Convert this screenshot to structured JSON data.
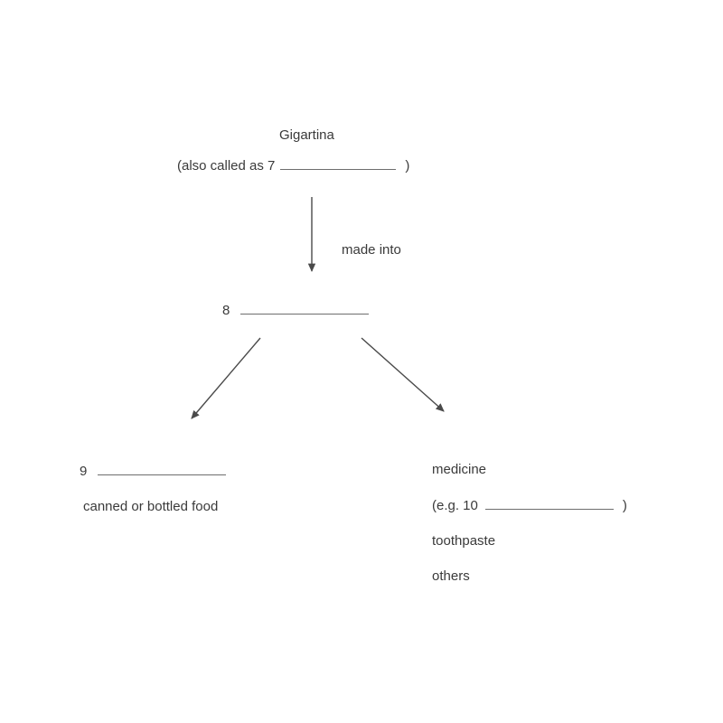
{
  "diagram": {
    "top_term": "Gigartina",
    "also_called_prefix": "(also called as 7",
    "also_called_suffix": ")",
    "arrow_label": "made into",
    "node8_number": "8",
    "left_branch": {
      "node9_number": "9",
      "item": "canned or bottled food"
    },
    "right_branch": {
      "item1": "medicine",
      "eg_prefix": "(e.g. 10",
      "eg_suffix": ")",
      "item2": "toothpaste",
      "item3": "others"
    },
    "colors": {
      "text": "#3a3a3a",
      "line": "#4a4a4a"
    }
  }
}
